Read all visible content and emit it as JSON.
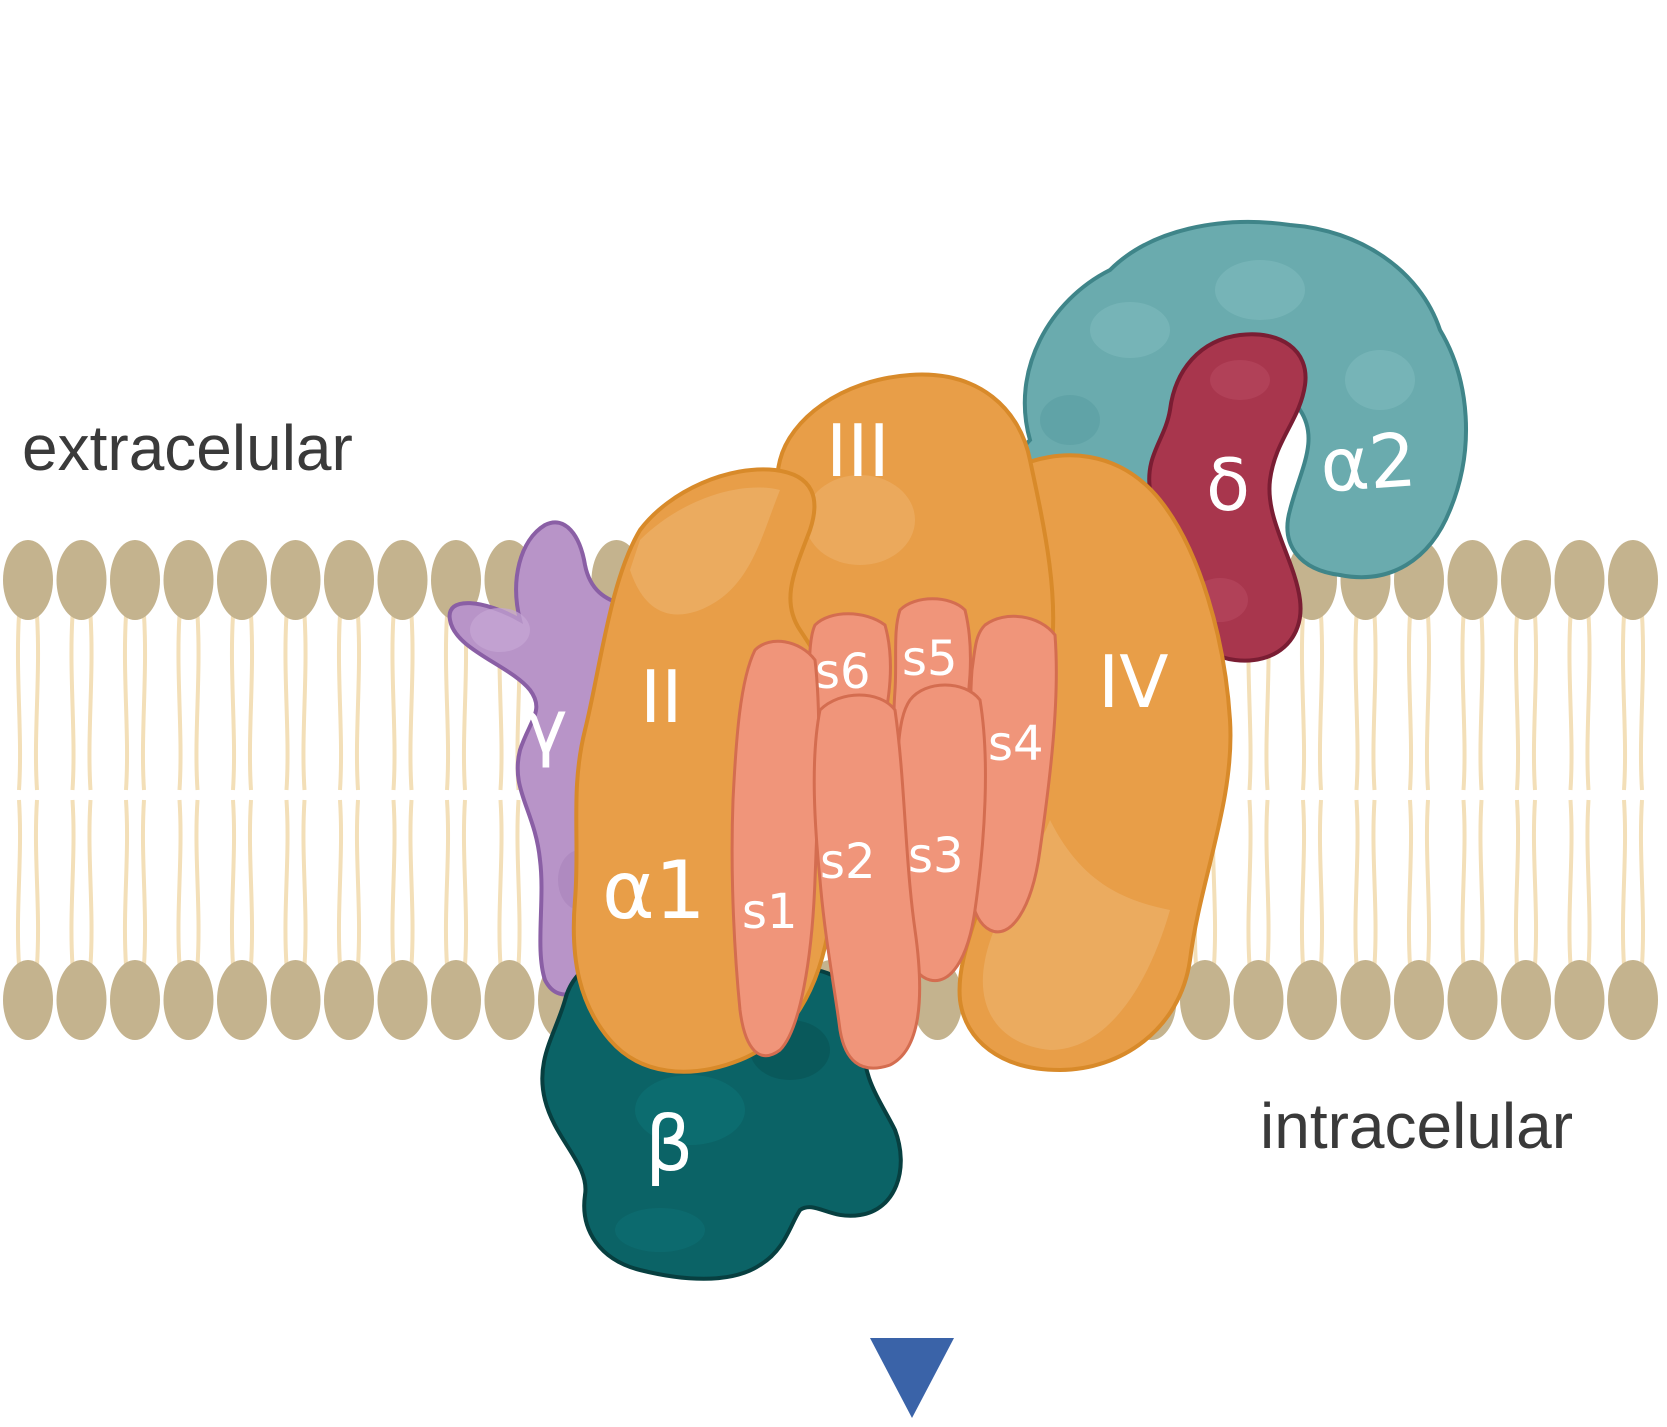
{
  "labels": {
    "extracellular": "extracelular",
    "intracellular": "intracelular"
  },
  "subunits": {
    "gamma": "γ",
    "beta": "β",
    "delta": "δ",
    "alpha2": "α2",
    "alpha1": "α1",
    "domain_II": "II",
    "domain_III": "III",
    "domain_IV": "IV",
    "segments": [
      "s1",
      "s2",
      "s3",
      "s4",
      "s5",
      "s6"
    ]
  },
  "colors": {
    "lipid_head": "#c4b38e",
    "lipid_tail": "#f3dfb8",
    "alpha1_domain": "#e89e48",
    "alpha1_stroke": "#d88a2a",
    "segment": "#f0957a",
    "segment_stroke": "#d46d50",
    "gamma": "#b894c8",
    "gamma_stroke": "#8a5fa5",
    "beta": "#0b6366",
    "beta_stroke": "#073f40",
    "delta": "#a8364d",
    "delta_stroke": "#7a1d33",
    "alpha2": "#6aabae",
    "alpha2_stroke": "#3f8589",
    "arrow": "#3a63a8"
  }
}
